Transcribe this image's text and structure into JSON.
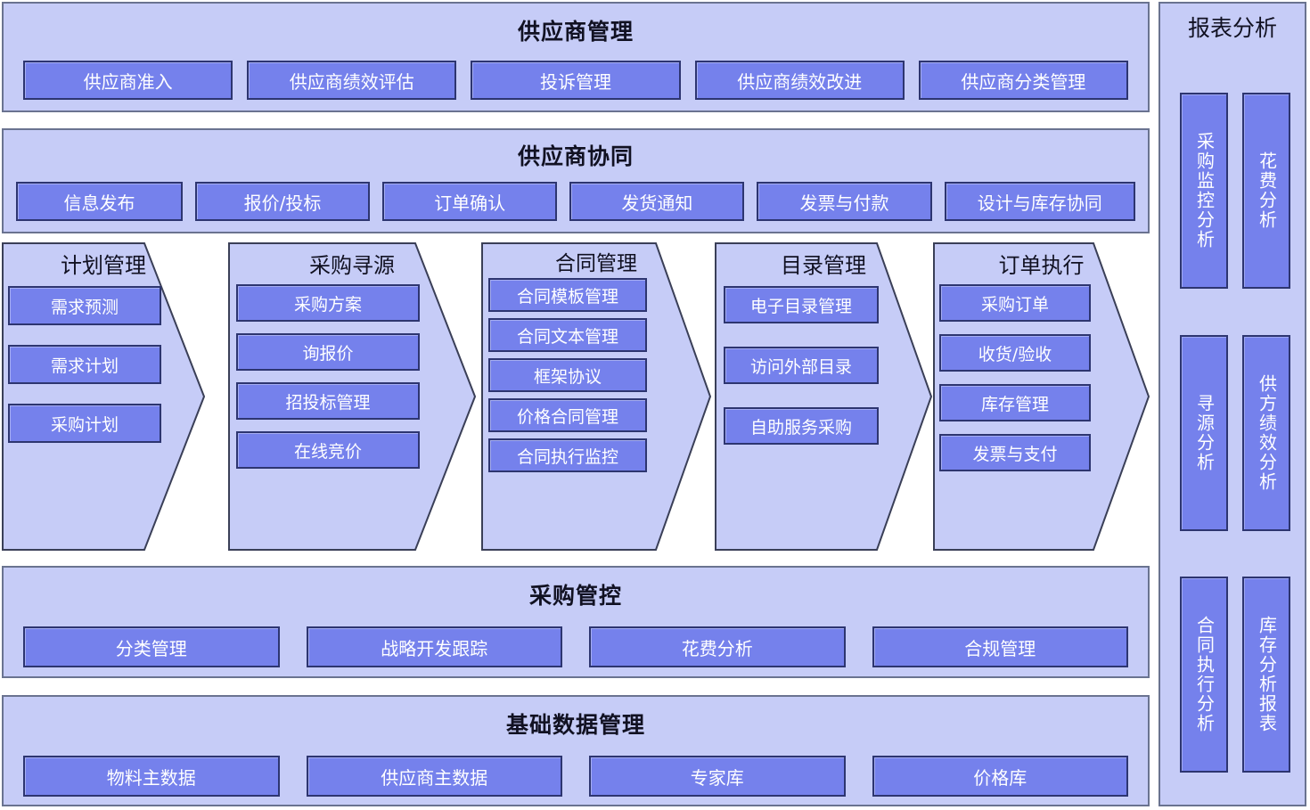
{
  "colors": {
    "panel_bg": "#c6ccf7",
    "panel_border": "#6a7390",
    "chip_bg": "#7581ec",
    "chip_border": "#2d3570",
    "chip_text": "#ffffff",
    "title_text": "#111122",
    "page_bg": "#ffffff"
  },
  "panels": {
    "supplier_management": {
      "title": "供应商管理",
      "items": [
        "供应商准入",
        "供应商绩效评估",
        "投诉管理",
        "供应商绩效改进",
        "供应商分类管理"
      ]
    },
    "supplier_collaboration": {
      "title": "供应商协同",
      "items": [
        "信息发布",
        "报价/投标",
        "订单确认",
        "发货通知",
        "发票与付款",
        "设计与库存协同"
      ]
    },
    "procurement_control": {
      "title": "采购管控",
      "items": [
        "分类管理",
        "战略开发跟踪",
        "花费分析",
        "合规管理"
      ]
    },
    "master_data": {
      "title": "基础数据管理",
      "items": [
        "物料主数据",
        "供应商主数据",
        "专家库",
        "价格库"
      ]
    }
  },
  "process_flow": {
    "stages": [
      {
        "title": "计划管理",
        "items": [
          "需求预测",
          "需求计划",
          "采购计划"
        ]
      },
      {
        "title": "采购寻源",
        "items": [
          "采购方案",
          "询报价",
          "招投标管理",
          "在线竞价"
        ]
      },
      {
        "title": "合同管理",
        "items": [
          "合同模板管理",
          "合同文本管理",
          "框架协议",
          "价格合同管理",
          "合同执行监控"
        ]
      },
      {
        "title": "目录管理",
        "items": [
          "电子目录管理",
          "访问外部目录",
          "自助服务采购"
        ]
      },
      {
        "title": "订单执行",
        "items": [
          "采购订单",
          "收货/验收",
          "库存管理",
          "发票与支付"
        ]
      }
    ]
  },
  "report_analysis": {
    "title": "报表分析",
    "items": [
      "采购监控分析",
      "花费分析",
      "寻源分析",
      "供方绩效分析",
      "合同执行分析",
      "库存分析报表"
    ]
  }
}
